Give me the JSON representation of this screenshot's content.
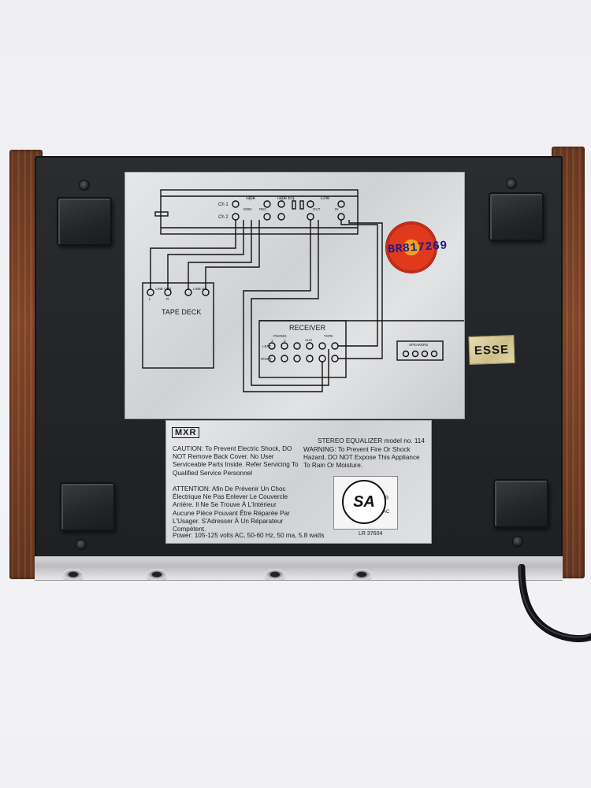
{
  "diagram": {
    "labels": {
      "ch1": "Ch 1",
      "ch2": "Ch 2",
      "tape": "Tape",
      "tape_eq": "Tape Eq.",
      "line": "Line",
      "mon": "MON",
      "rec": "REC",
      "in": "IN",
      "out": "OUT",
      "line_out": "LINE OUT",
      "line_in": "LINE IN",
      "l": "L",
      "r": "R",
      "tape_deck": "TAPE DECK",
      "receiver": "RECEIVER",
      "phono": "PHONO",
      "phono_1": "1",
      "phono_2": "2",
      "aux": "AUX",
      "tape_small": "TAPE",
      "left": "LEFT",
      "right": "RIGHT",
      "speakers": "SPEAKERS"
    }
  },
  "seal": {
    "number": "BR817269"
  },
  "sticker": {
    "text": "ESSE"
  },
  "warning_label": {
    "brand": "MXR",
    "model": "STEREO EQUALIZER model no. 114",
    "caution": "CAUTION: To Prevent Electric Shock, DO NOT Remove Back Cover. No User Serviceable Parts Inside. Refer Servicing To Qualified Service Personnel",
    "warning": "WARNING: To Prevent Fire Or Shock Hazard, DO NOT Expose This Appliance To Rain Or Moisture.",
    "attention": "ATTENTION: Afin De Prévenir Un Choc Électrique Ne Pas Enlever Le Couvercle Arrière. Il Ne Se Trouve À L'Intérieur Aucune Pièce Pouvant Être Réparée Par L'Usager. S'Adresser À Un Réparateur Compétent.",
    "power": "Power: 105-125 volts AC, 50-60 Hz, 50 ma, 5.8 watts",
    "csa_mark": "SA",
    "csa_reg": "®",
    "csa_ac": "AC",
    "csa_lr": "LR 37604"
  },
  "colors": {
    "wood": "#7a4226",
    "chassis": "#25272a",
    "silver_label": "#d8d9dc",
    "seal_red": "#e03a1c",
    "seal_orange": "#f0a020"
  }
}
